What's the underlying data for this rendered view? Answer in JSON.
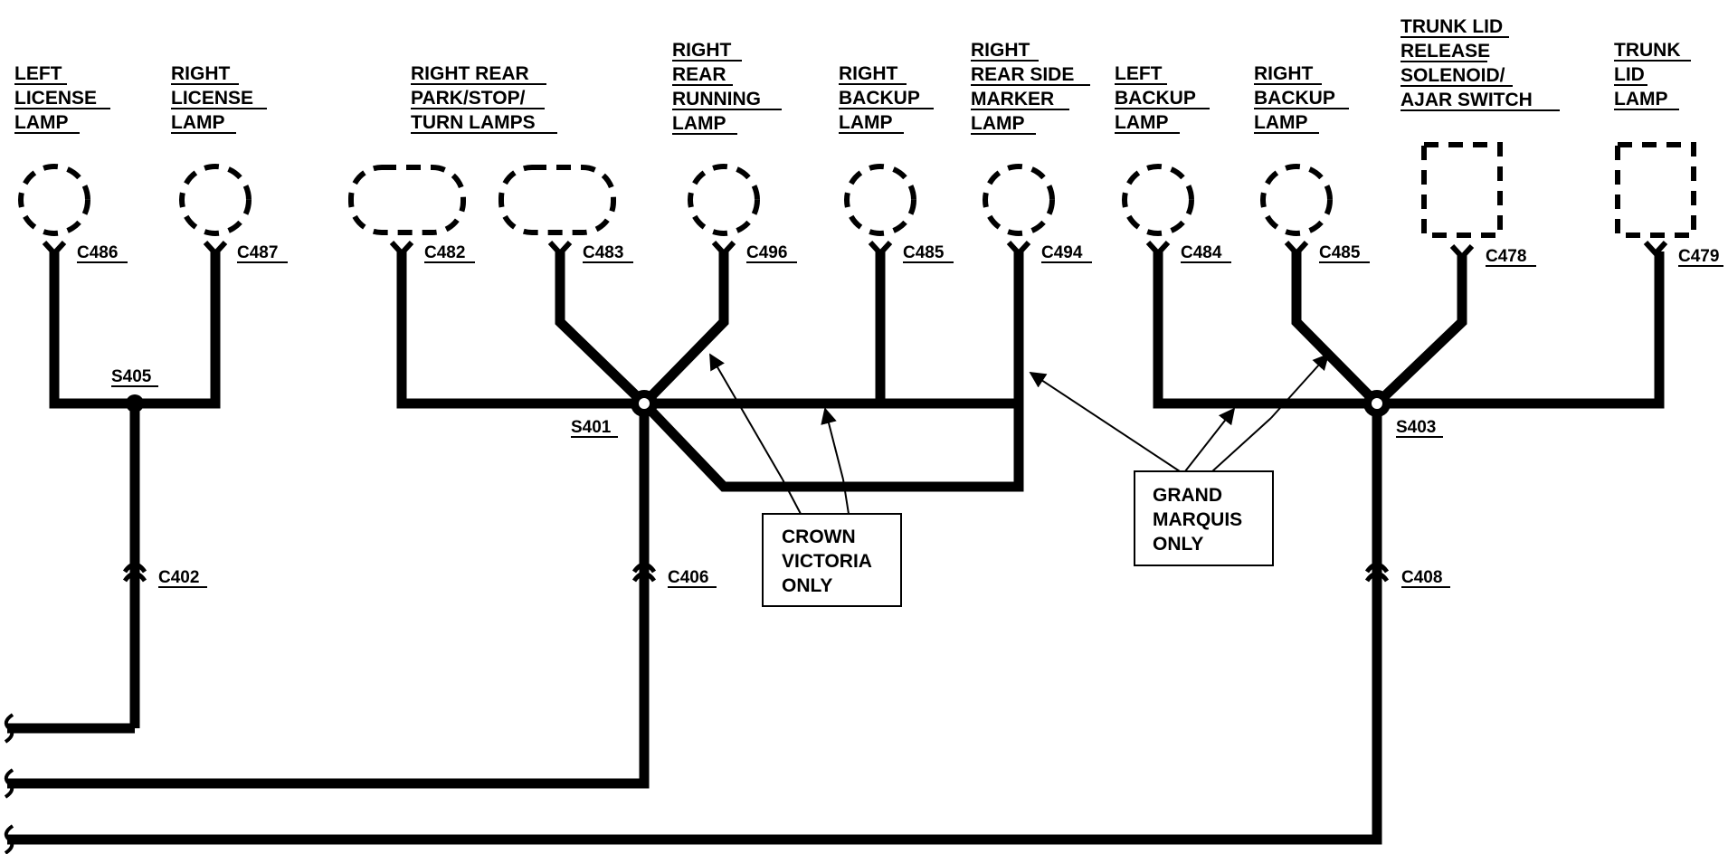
{
  "components": [
    {
      "id": "left-license-lamp",
      "lines": [
        "LEFT",
        "LICENSE",
        "LAMP"
      ],
      "connector": "C486"
    },
    {
      "id": "right-license-lamp",
      "lines": [
        "RIGHT",
        "LICENSE",
        "LAMP"
      ],
      "connector": "C487"
    },
    {
      "id": "right-rear-park-stop-turn-lamps",
      "lines": [
        "RIGHT REAR",
        "PARK/STOP/",
        "TURN LAMPS"
      ],
      "connector": "C482",
      "connector_2": "C483"
    },
    {
      "id": "right-rear-running-lamp",
      "lines": [
        "RIGHT",
        "REAR",
        "RUNNING",
        "LAMP"
      ],
      "connector": "C496"
    },
    {
      "id": "right-backup-lamp-cv",
      "lines": [
        "RIGHT",
        "BACKUP",
        "LAMP"
      ],
      "connector": "C485"
    },
    {
      "id": "right-rear-side-marker-lamp",
      "lines": [
        "RIGHT",
        "REAR SIDE",
        "MARKER",
        "LAMP"
      ],
      "connector": "C494"
    },
    {
      "id": "left-backup-lamp",
      "lines": [
        "LEFT",
        "BACKUP",
        "LAMP"
      ],
      "connector": "C484"
    },
    {
      "id": "right-backup-lamp-gm",
      "lines": [
        "RIGHT",
        "BACKUP",
        "LAMP"
      ],
      "connector": "C485"
    },
    {
      "id": "trunk-lid-release-solenoid",
      "lines": [
        "TRUNK LID",
        "RELEASE",
        "SOLENOID/",
        "AJAR SWITCH"
      ],
      "connector": "C478"
    },
    {
      "id": "trunk-lid-lamp",
      "lines": [
        "TRUNK",
        "LID",
        "LAMP"
      ],
      "connector": "C479"
    }
  ],
  "splices": {
    "s405": "S405",
    "s401": "S401",
    "s403": "S403"
  },
  "inline_connectors": {
    "c402": "C402",
    "c406": "C406",
    "c408": "C408"
  },
  "notes": {
    "crown_victoria": [
      "CROWN",
      "VICTORIA",
      "ONLY"
    ],
    "grand_marquis": [
      "GRAND",
      "MARQUIS",
      "ONLY"
    ]
  },
  "colors": {
    "line": "#000000",
    "background": "#ffffff"
  }
}
